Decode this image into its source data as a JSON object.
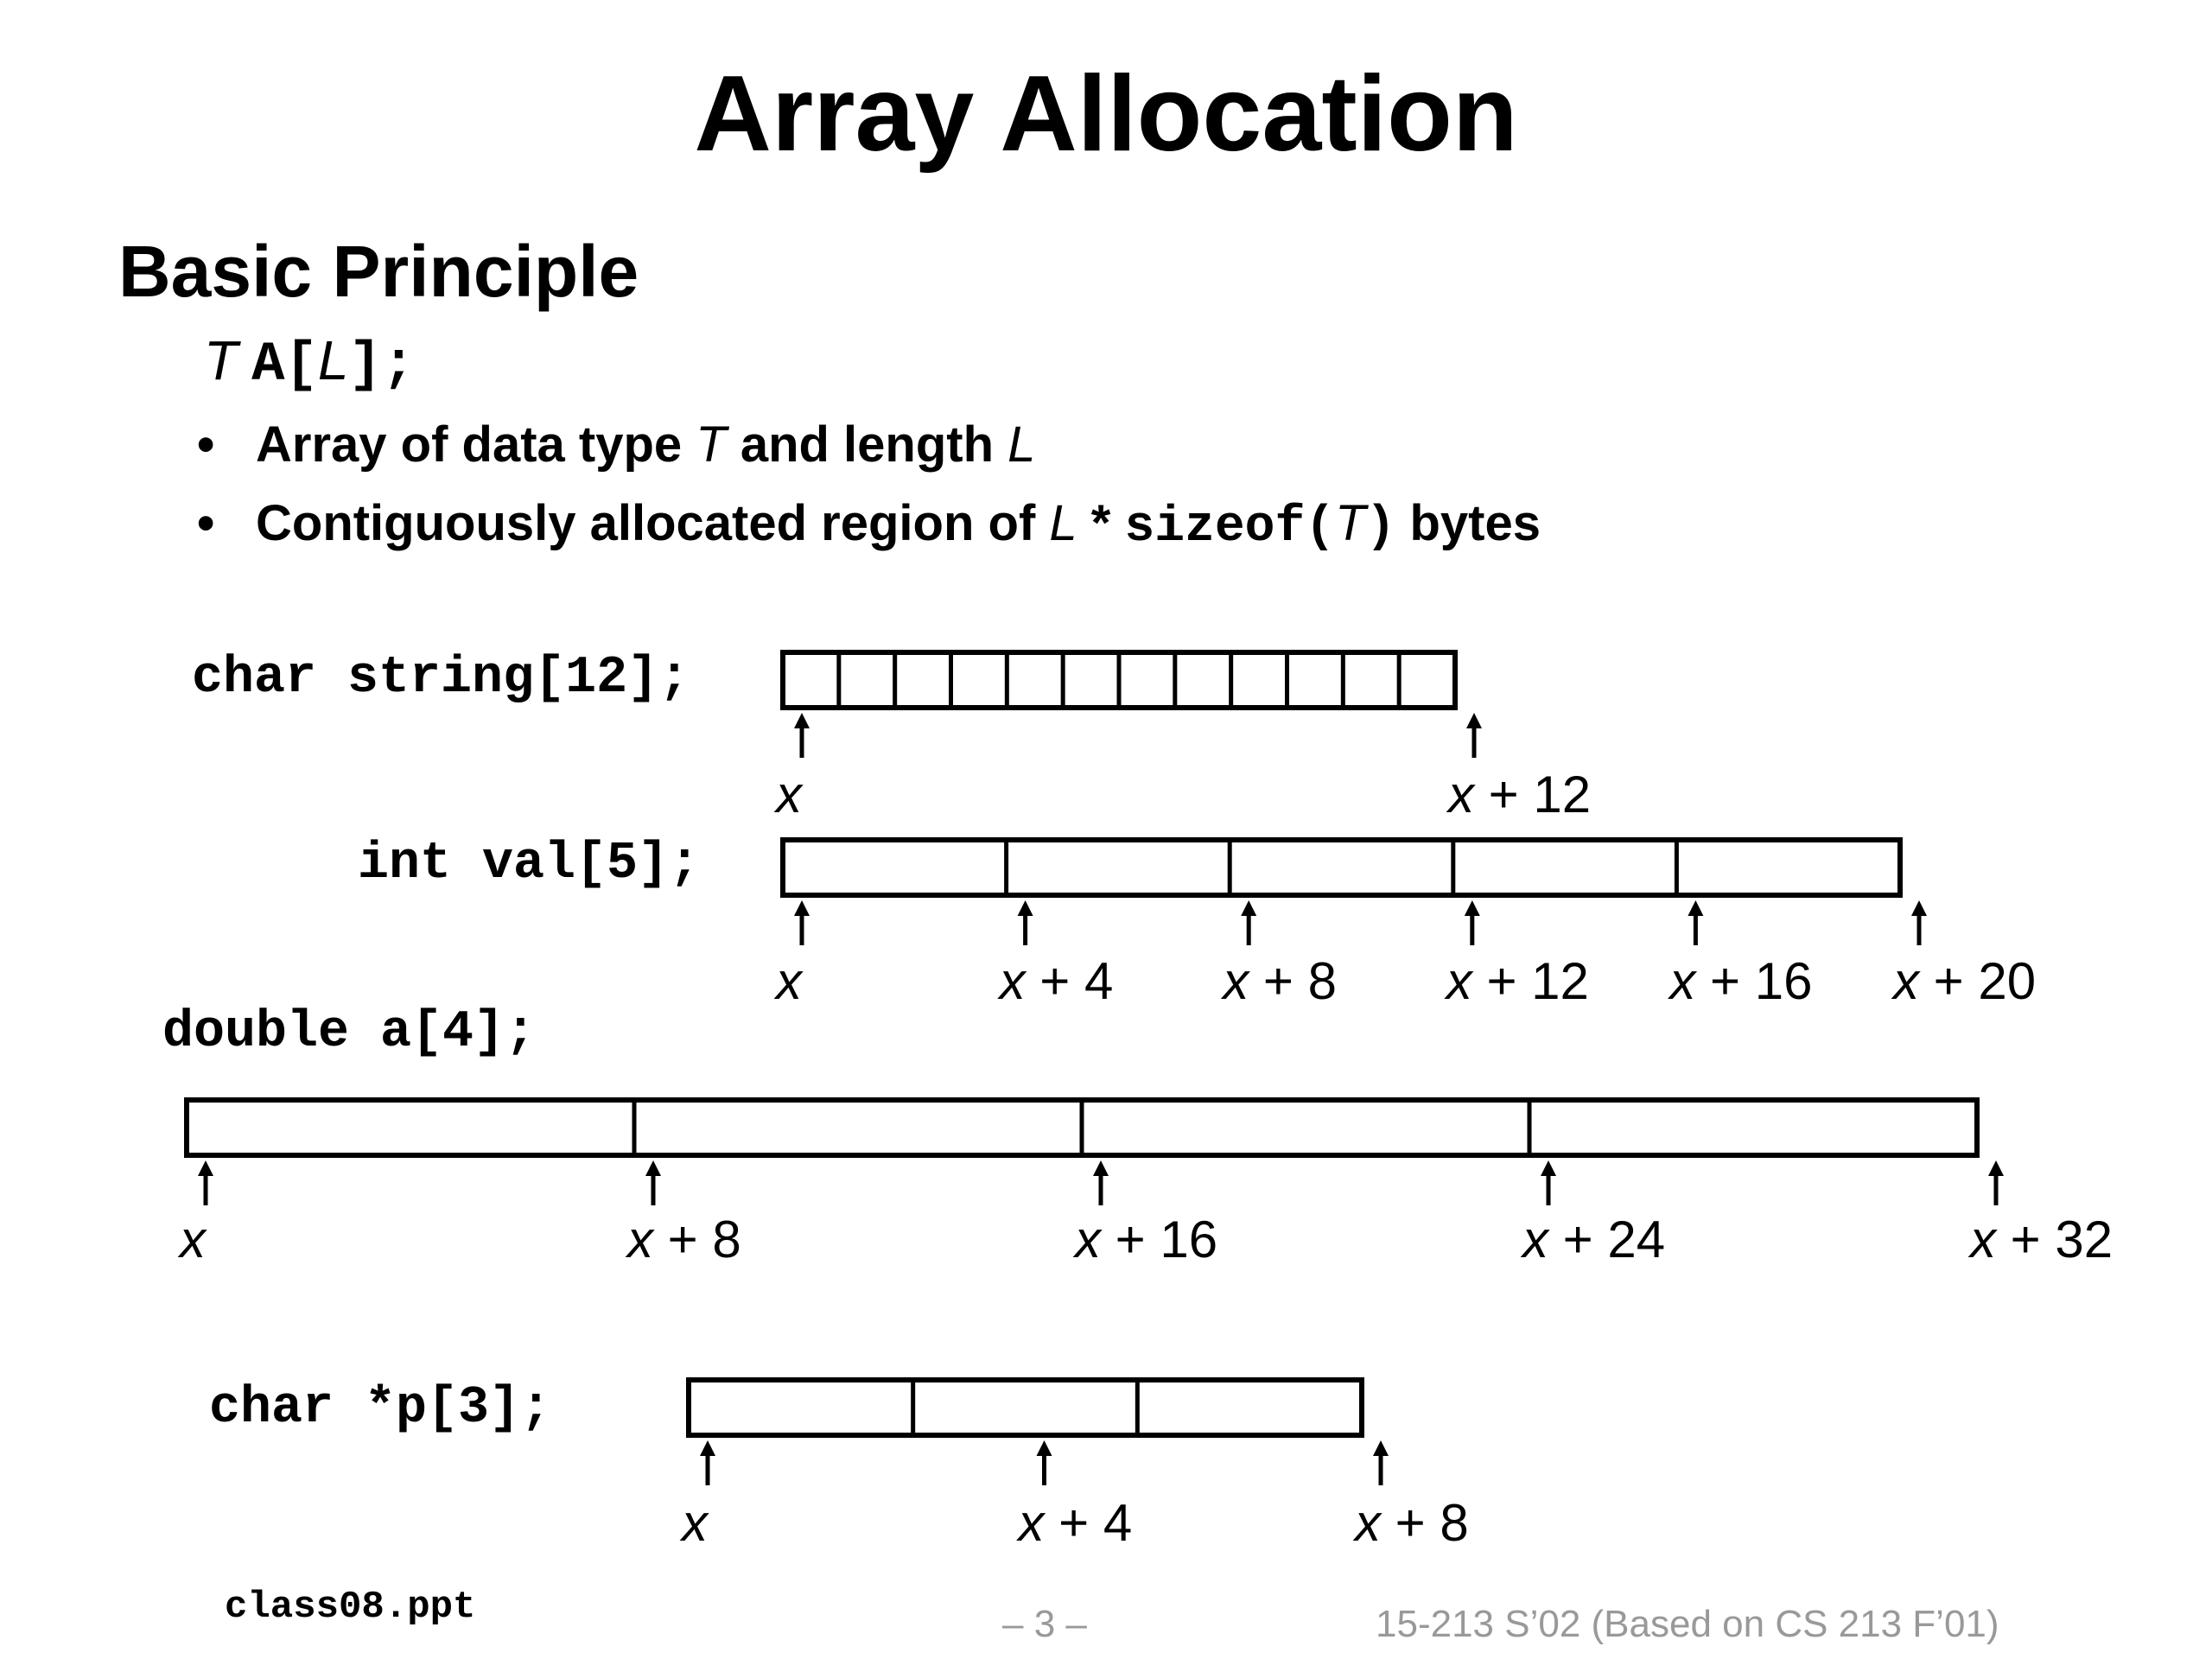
{
  "slide": {
    "title": "Array Allocation",
    "section_heading": "Basic Principle",
    "declaration": {
      "type": "T",
      "name": "A",
      "open": "[",
      "length": "L",
      "close": "];"
    },
    "bullets": [
      {
        "pre": "Array of data type ",
        "t": "T",
        "mid": " and length ",
        "l": "L"
      },
      {
        "pre": "Contiguously allocated region of ",
        "l": "L",
        "star": " * ",
        "code": "sizeof(",
        "t": "T",
        "close": ")",
        "post": " bytes"
      }
    ]
  },
  "arrays": [
    {
      "label": "char string[12];",
      "element_count": 12,
      "element_size": 1,
      "offset_labels": [
        "x",
        "x + 12"
      ]
    },
    {
      "label": "int val[5];",
      "element_count": 5,
      "element_size": 4,
      "offset_labels": [
        "x",
        "x + 4",
        "x + 8",
        "x + 12",
        "x + 16",
        "x + 20"
      ]
    },
    {
      "label": "double a[4];",
      "element_count": 4,
      "element_size": 8,
      "offset_labels": [
        "x",
        "x + 8",
        "x + 16",
        "x + 24",
        "x + 32"
      ]
    },
    {
      "label": "char *p[3];",
      "element_count": 3,
      "element_size": 4,
      "offset_labels": [
        "x",
        "x + 4",
        "x + 8"
      ]
    }
  ],
  "footer": {
    "file": "class08.ppt",
    "page": "– 3 –",
    "course": "15-213 S’02 (Based on CS 213 F’01)"
  }
}
